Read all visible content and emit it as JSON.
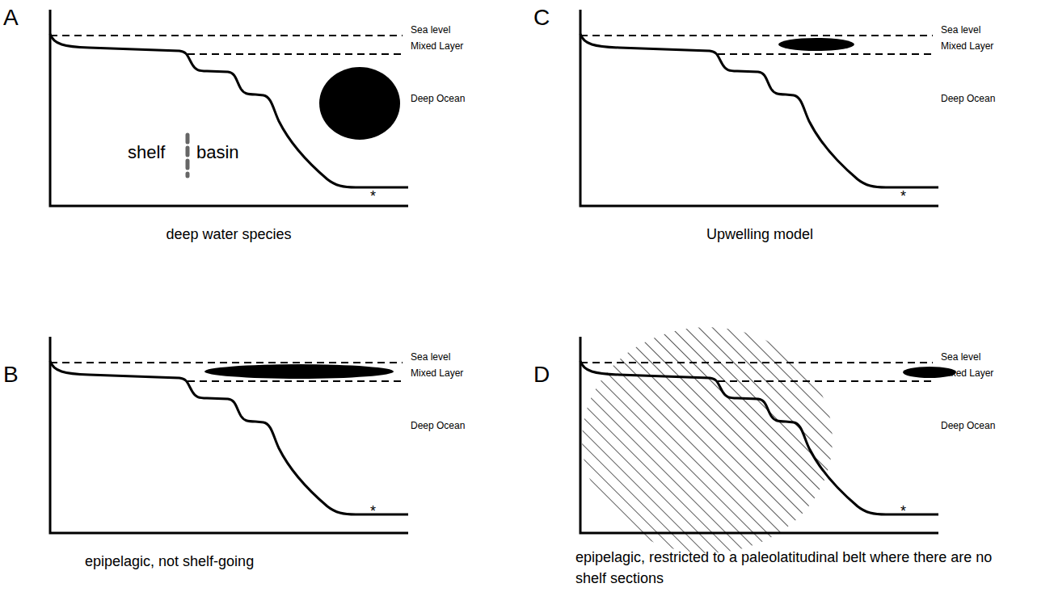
{
  "diagram": {
    "labels": [
      "A",
      "Sea level",
      "Mixed Layer",
      "Deep Ocean",
      "shelf",
      "basin",
      "*",
      "deep water species",
      "C",
      "Sea level",
      "Mixed Layer",
      "Deep Ocean",
      "*",
      "Upwelling model",
      "B",
      "Sea level",
      "Mixed Layer",
      "Deep Ocean",
      "*",
      "epipelagic, not shelf-going",
      "D",
      "Sea level",
      "Mixed Layer",
      "Deep Ocean",
      "*",
      "epipelagic, restricted to a paleolatitudinal belt where there are no shelf sections"
    ]
  }
}
